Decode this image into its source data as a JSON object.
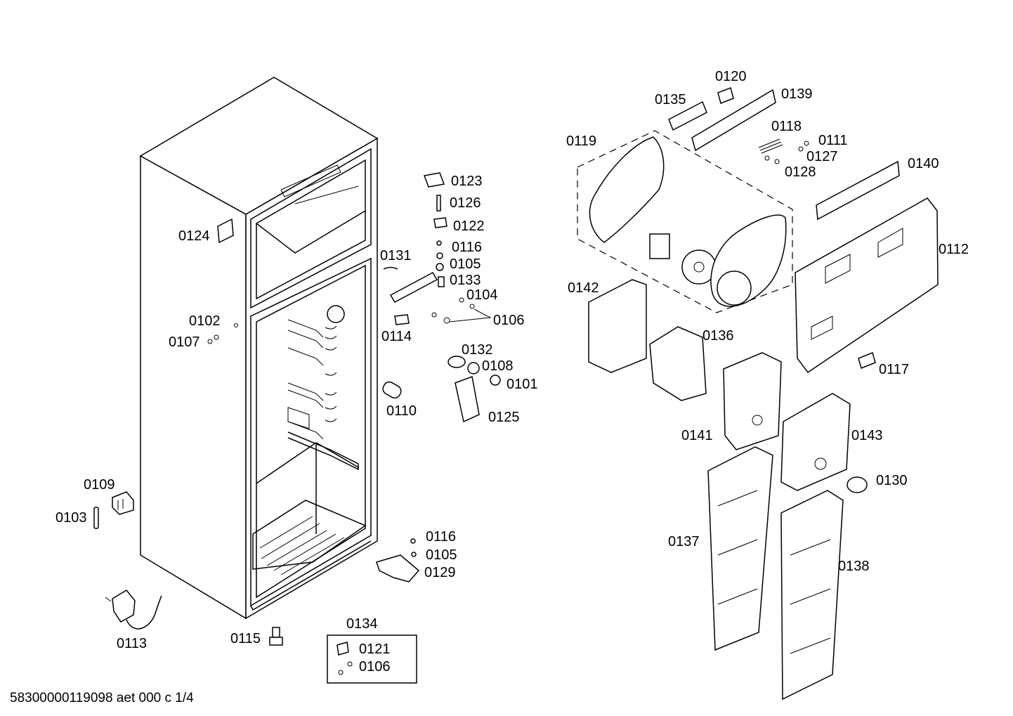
{
  "footer": {
    "doc_id": "58300000119098 aet 000 c 1/4"
  },
  "labels": {
    "p0101": "0101",
    "p0102": "0102",
    "p0103": "0103",
    "p0104": "0104",
    "p0105a": "0105",
    "p0105b": "0105",
    "p0106a": "0106",
    "p0106b": "0106",
    "p0107": "0107",
    "p0108": "0108",
    "p0109": "0109",
    "p0110": "0110",
    "p0111": "0111",
    "p0112": "0112",
    "p0113": "0113",
    "p0114": "0114",
    "p0115": "0115",
    "p0116a": "0116",
    "p0116b": "0116",
    "p0117": "0117",
    "p0118": "0118",
    "p0119": "0119",
    "p0120": "0120",
    "p0121": "0121",
    "p0122": "0122",
    "p0123": "0123",
    "p0124": "0124",
    "p0125": "0125",
    "p0126": "0126",
    "p0127": "0127",
    "p0128": "0128",
    "p0129": "0129",
    "p0130": "0130",
    "p0131": "0131",
    "p0132": "0132",
    "p0133": "0133",
    "p0134": "0134",
    "p0135": "0135",
    "p0136": "0136",
    "p0137": "0137",
    "p0138": "0138",
    "p0139": "0139",
    "p0140": "0140",
    "p0141": "0141",
    "p0142": "0142",
    "p0143": "0143"
  }
}
